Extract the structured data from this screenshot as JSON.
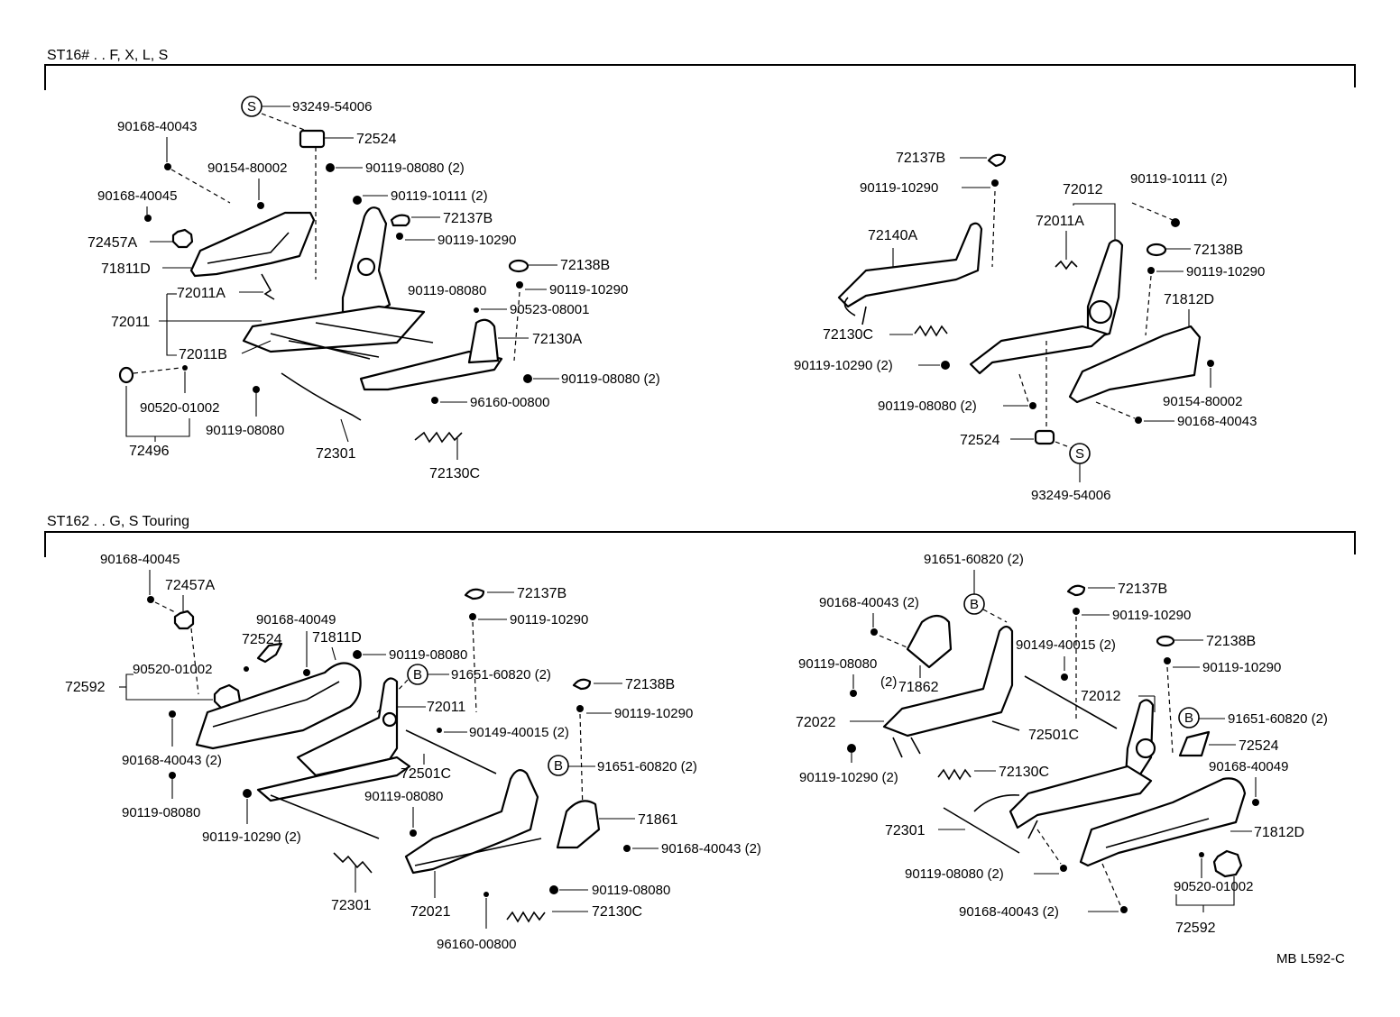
{
  "sections": [
    {
      "id": "top",
      "title": "ST16# . . F, X, L, S"
    },
    {
      "id": "bottom",
      "title": "ST162 . . G, S Touring"
    }
  ],
  "drawing_code": "MB L592-C",
  "symbols": {
    "S": "S",
    "B": "B"
  },
  "labels": {
    "t_93249_54006": "93249-54006",
    "t_72524": "72524",
    "t_90168_40043": "90168-40043",
    "t_90154_80002": "90154-80002",
    "t_90119_08080_2": "90119-08080 (2)",
    "t_90168_40045": "90168-40045",
    "t_90119_10111_2": "90119-10111 (2)",
    "t_72137B": "72137B",
    "t_72457A": "72457A",
    "t_90119_10290": "90119-10290",
    "t_71811D": "71811D",
    "t_72138B": "72138B",
    "t_72011A": "72011A",
    "t_90119_08080": "90119-08080",
    "t_90119_10290b": "90119-10290",
    "t_72011": "72011",
    "t_90523_08001": "90523-08001",
    "t_72130A": "72130A",
    "t_72011B": "72011B",
    "t_90119_08080_2b": "90119-08080 (2)",
    "t_90520_01002": "90520-01002",
    "t_96160_00800": "96160-00800",
    "t_90119_08080c": "90119-08080",
    "t_72496": "72496",
    "t_72301": "72301",
    "t_72130C": "72130C",
    "r_72137B": "72137B",
    "r_90119_10290": "90119-10290",
    "r_72012": "72012",
    "r_90119_10111_2": "90119-10111 (2)",
    "r_72011A": "72011A",
    "r_72140A": "72140A",
    "r_72138B": "72138B",
    "r_90119_10290b": "90119-10290",
    "r_71812D": "71812D",
    "r_72130C": "72130C",
    "r_90119_10290_2": "90119-10290 (2)",
    "r_90154_80002": "90154-80002",
    "r_90119_08080_2": "90119-08080 (2)",
    "r_90168_40043": "90168-40043",
    "r_72524": "72524",
    "r_93249_54006": "93249-54006",
    "b_90168_40045": "90168-40045",
    "b_72457A": "72457A",
    "b_72137B": "72137B",
    "b_90119_10290": "90119-10290",
    "b_90168_40049": "90168-40049",
    "b_72524": "72524",
    "b_71811D": "71811D",
    "b_90119_08080": "90119-08080",
    "b_90520_01002": "90520-01002",
    "b_72592": "72592",
    "b_91651_60820_2": "91651-60820 (2)",
    "b_72138B": "72138B",
    "b_72011": "72011",
    "b_90119_10290b": "90119-10290",
    "b_90149_40015_2": "90149-40015 (2)",
    "b_90168_40043_2": "90168-40043 (2)",
    "b_72501C": "72501C",
    "b_91651_60820_2b": "91651-60820 (2)",
    "b_90119_08080b": "90119-08080",
    "b_90119_08080c": "90119-08080",
    "b_71861": "71861",
    "b_90119_10290_2": "90119-10290 (2)",
    "b_90168_40043_2b": "90168-40043 (2)",
    "b_90119_08080d": "90119-08080",
    "b_72301": "72301",
    "b_72021": "72021",
    "b_72130C": "72130C",
    "b_96160_00800": "96160-00800",
    "br_91651_60820_2": "91651-60820 (2)",
    "br_90168_40043_2": "90168-40043 (2)",
    "br_72137B": "72137B",
    "br_90119_10290": "90119-10290",
    "br_90149_40015_2": "90149-40015 (2)",
    "br_72138B": "72138B",
    "br_90119_08080": "90119-08080",
    "br_paren2": "(2)",
    "br_71862": "71862",
    "br_90119_10290b": "90119-10290",
    "br_72012": "72012",
    "br_72022": "72022",
    "br_72501C": "72501C",
    "br_91651_60820_2b": "91651-60820 (2)",
    "br_72524": "72524",
    "br_90119_10290_2": "90119-10290 (2)",
    "br_72130C": "72130C",
    "br_90168_40049": "90168-40049",
    "br_72301": "72301",
    "br_71812D": "71812D",
    "br_90119_08080_2": "90119-08080 (2)",
    "br_90520_01002": "90520-01002",
    "br_90168_40043_2b": "90168-40043 (2)",
    "br_72592": "72592"
  }
}
